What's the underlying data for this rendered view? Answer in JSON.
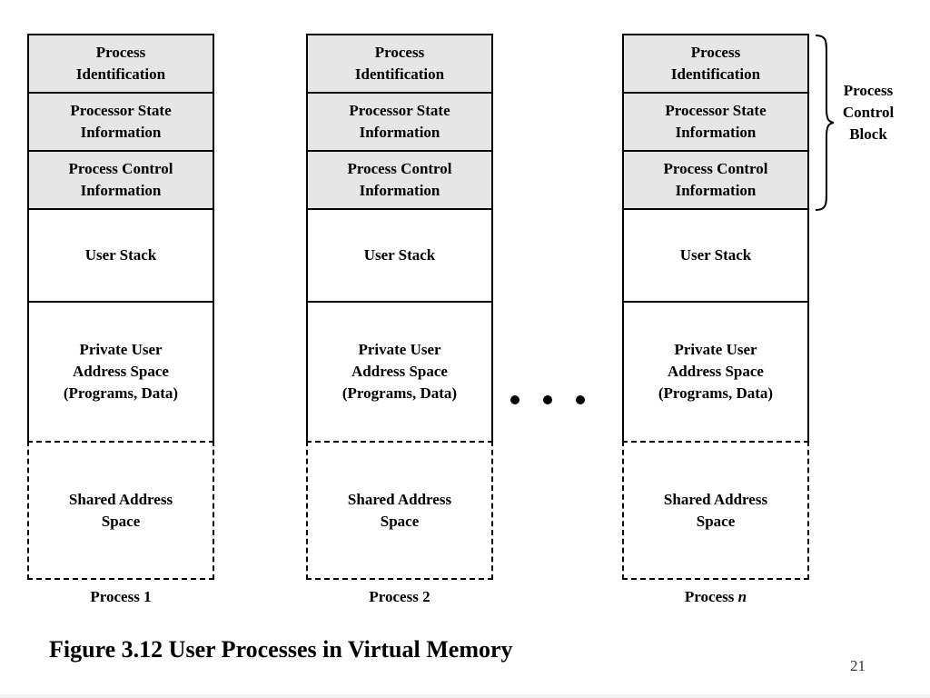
{
  "processes": [
    {
      "segments": {
        "process_identification": "Process\nIdentification",
        "processor_state": "Processor State\nInformation",
        "process_control": "Process Control\nInformation",
        "user_stack": "User Stack",
        "private_space": "Private User\nAddress Space\n(Programs, Data)",
        "shared_space": "Shared Address\nSpace"
      },
      "label": "Process 1"
    },
    {
      "segments": {
        "process_identification": "Process\nIdentification",
        "processor_state": "Processor State\nInformation",
        "process_control": "Process Control\nInformation",
        "user_stack": "User Stack",
        "private_space": "Private User\nAddress Space\n(Programs, Data)",
        "shared_space": "Shared Address\nSpace"
      },
      "label": "Process 2"
    },
    {
      "segments": {
        "process_identification": "Process\nIdentification",
        "processor_state": "Processor State\nInformation",
        "process_control": "Process Control\nInformation",
        "user_stack": "User Stack",
        "private_space": "Private User\nAddress Space\n(Programs, Data)",
        "shared_space": "Shared Address\nSpace"
      },
      "label_prefix": "Process",
      "label_var": "n"
    }
  ],
  "brace_label": "Process\nControl\nBlock",
  "caption": "Figure 3.12 User Processes in Virtual Memory",
  "page_number": "21",
  "colors": {
    "pcb_fill": "#e6e6e6",
    "border": "#000000"
  }
}
